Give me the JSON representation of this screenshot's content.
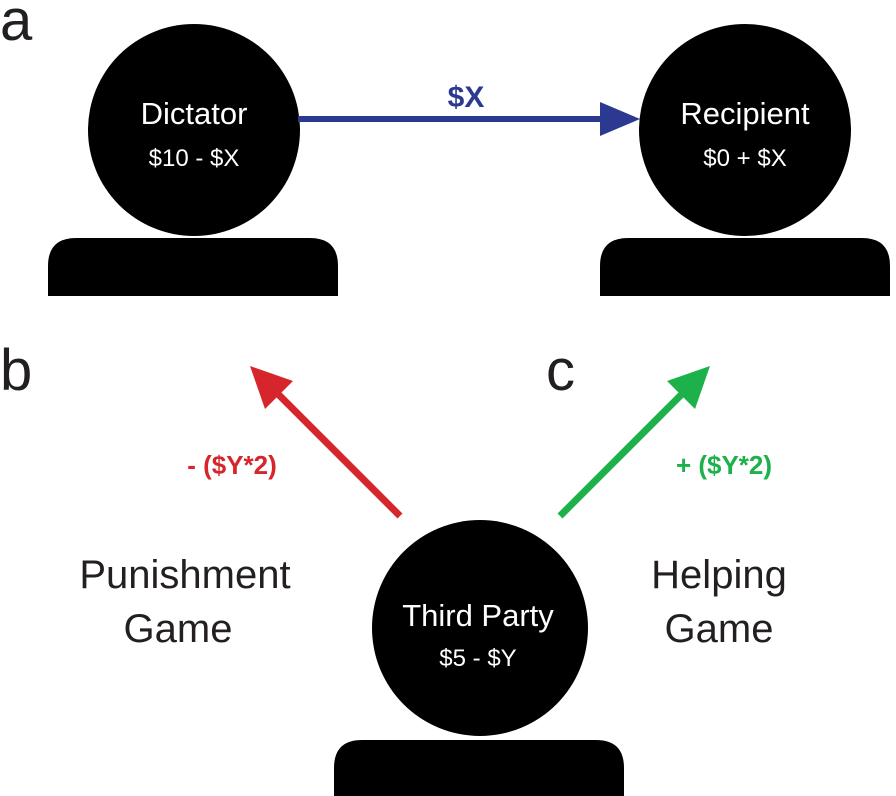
{
  "panels": {
    "a": "a",
    "b": "b",
    "c": "c"
  },
  "colors": {
    "person": "#000000",
    "transfer": "#2b3990",
    "punish": "#d7262b",
    "help": "#1db14b",
    "text_dark": "#231f20"
  },
  "nodes": {
    "dictator": {
      "name": "Dictator",
      "value": "$10 - $X"
    },
    "recipient": {
      "name": "Recipient",
      "value": "$0 + $X"
    },
    "third_party": {
      "name": "Third Party",
      "value": "$5 - $Y"
    }
  },
  "arrows": {
    "transfer": {
      "label": "$X"
    },
    "punish": {
      "label": "- ($Y*2)"
    },
    "help": {
      "label": "+ ($Y*2)"
    }
  },
  "games": {
    "punishment": {
      "line1": "Punishment",
      "line2": "Game"
    },
    "helping": {
      "line1": "Helping",
      "line2": "Game"
    }
  }
}
